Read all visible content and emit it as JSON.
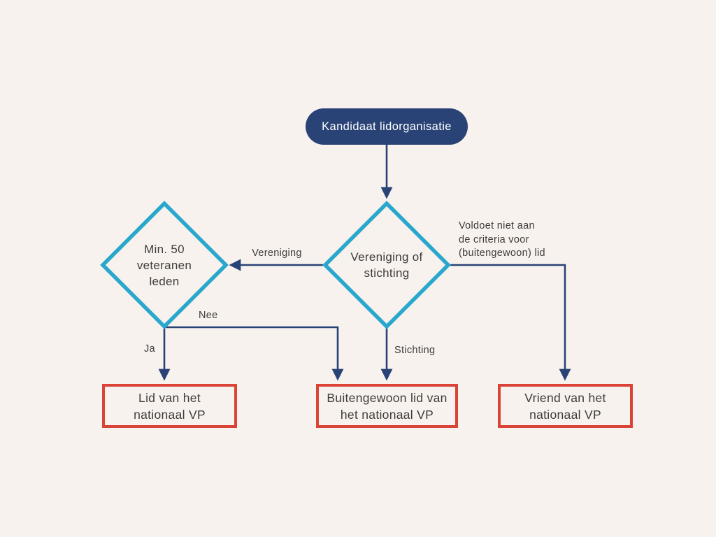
{
  "colors": {
    "bg": "#F7F2EE",
    "navy": "#2A4377",
    "cyan": "#29A7CD",
    "red": "#DA4437",
    "text": "#3F3C3A",
    "start_text": "#FFFFFF"
  },
  "nodes": {
    "start": {
      "type": "start",
      "label": "Kandidaat lidorganisatie"
    },
    "decision_type": {
      "type": "decision",
      "label": "Vereniging of stichting"
    },
    "decision_members": {
      "type": "decision",
      "label": "Min. 50 veteranen leden"
    },
    "outcome_lid": {
      "type": "outcome",
      "label": "Lid van het nationaal VP"
    },
    "outcome_buitengewoon": {
      "type": "outcome",
      "label": "Buitengewoon lid van het nationaal VP"
    },
    "outcome_vriend": {
      "type": "outcome",
      "label": "Vriend van het nationaal VP"
    }
  },
  "edge_labels": {
    "vereniging": "Vereniging",
    "stichting": "Stichting",
    "ja": "Ja",
    "nee": "Nee",
    "niet_criteria": "Voldoet niet aan\nde criteria voor\n(buitengewoon) lid"
  }
}
